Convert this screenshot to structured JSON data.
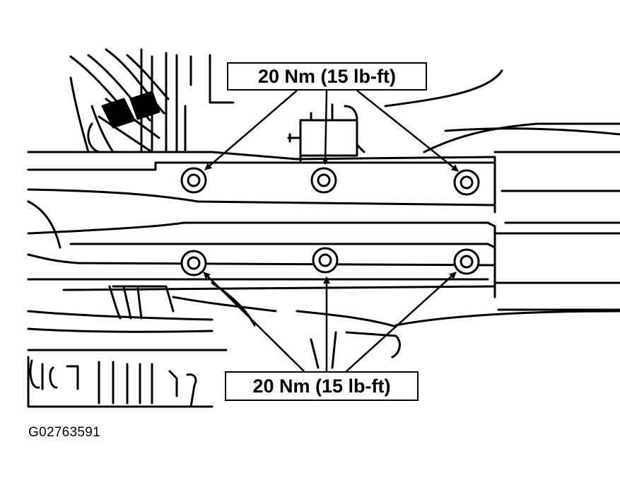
{
  "callouts": {
    "top_torque": "20 Nm (15 lb-ft)",
    "bottom_torque": "20 Nm (15 lb-ft)"
  },
  "figure_id": "G02763591",
  "colors": {
    "ink": "#000000",
    "paper": "#ffffff"
  }
}
